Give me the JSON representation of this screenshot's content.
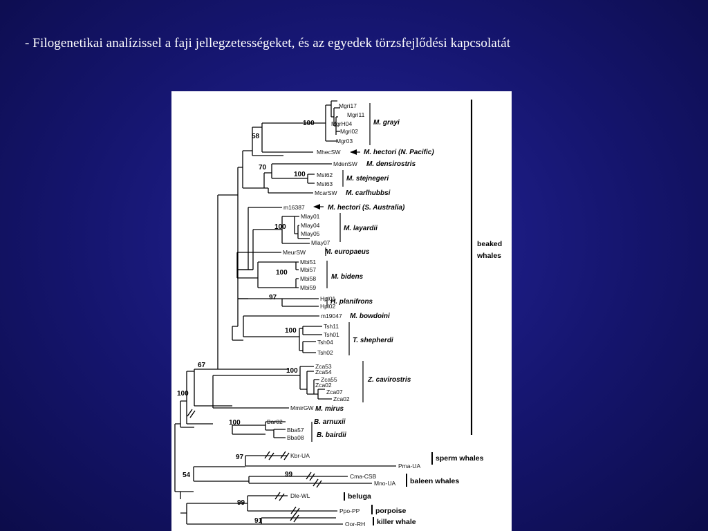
{
  "slide": {
    "title": "- Filogenetikai analízissel a faji jellegzetességeket, és az egyedek törzsfejlődési kapcsolatát"
  },
  "tree": {
    "leaves": {
      "mgri7": "Mgri17",
      "mgri11": "Mgri11",
      "mgrh04": "MgrH04",
      "mgri02": "Mgri02",
      "mgr03": "Mgr03",
      "mhecsw": "MhecSW",
      "mdensw": "MdenSW",
      "mst62": "Mst62",
      "mst63": "Mst63",
      "mcarsw": "McarSW",
      "m16387": "m16387",
      "mlay01": "Mlay01",
      "mlay04": "Mlay04",
      "mlay05": "Mlay05",
      "mlay07": "Mlay07",
      "meursw": "MeurSW",
      "mbi51": "Mbi51",
      "mbi57": "Mbi57",
      "mbi58": "Mbi58",
      "mbi59": "Mbi59",
      "hpl01": "Hpl01",
      "hpl02": "Hpl02",
      "m19047": "m19047",
      "tsh1": "Tsh11",
      "tsh01": "Tsh01",
      "tsh04": "Tsh04",
      "tsh02": "Tsh02",
      "zca53": "Zca53",
      "zca54": "Zca54",
      "zca55": "Zca55",
      "zca02a": "Zca02",
      "zca07": "Zca07",
      "zca02b": "Zca02",
      "mmirgw": "MmirGW",
      "bar02": "Bar02",
      "bba57": "Bba57",
      "bba08": "Bba08",
      "kbrua": "Kbr-UA",
      "pmaua": "Pma-UA",
      "cmacsb": "Cma-CSB",
      "mnoua": "Mno-UA",
      "dlewl": "Dle-WL",
      "ppopp": "Ppo-PP",
      "oorrh": "Oor-RH"
    },
    "species": {
      "m_grayi": "M. grayi",
      "m_hectori_np": "M. hectori (N. Pacific)",
      "m_densirostris": "M. densirostris",
      "m_stejnegeri": "M. stejnegeri",
      "m_carlhubbsi": "M. carlhubbsi",
      "m_hectori_sa": "M. hectori (S. Australia)",
      "m_layardii": "M. layardii",
      "m_europaeus": "M. europaeus",
      "m_bidens": "M. bidens",
      "h_planifrons": "H. planifrons",
      "m_bowdoini": "M. bowdoini",
      "t_shepherdi": "T. shepherdi",
      "z_cavirostris": "Z. cavirostris",
      "m_mirus": "M. mirus",
      "b_arnuxii": "B. arnuxii",
      "b_bairdii": "B. bairdii"
    },
    "groups": {
      "beaked_line1": "beaked",
      "beaked_line2": "whales",
      "sperm": "sperm whales",
      "baleen": "baleen whales",
      "beluga": "beluga",
      "porpoise": "porpoise",
      "killer": "killer whale"
    },
    "bootstrap": {
      "grayi": "100",
      "hectori_grayi": "58",
      "dens_stej": "70",
      "stejnegeri": "100",
      "layardii": "100",
      "bidens": "100",
      "hyperoodon": "97",
      "tasmacetus": "100",
      "ziphius": "100",
      "ziphiids": "67",
      "berardius": "100",
      "beaked_root": "100",
      "sperm": "97",
      "baleen": "99",
      "outgroup": "54",
      "beluga_porp": "99",
      "porp_killer": "91"
    }
  }
}
